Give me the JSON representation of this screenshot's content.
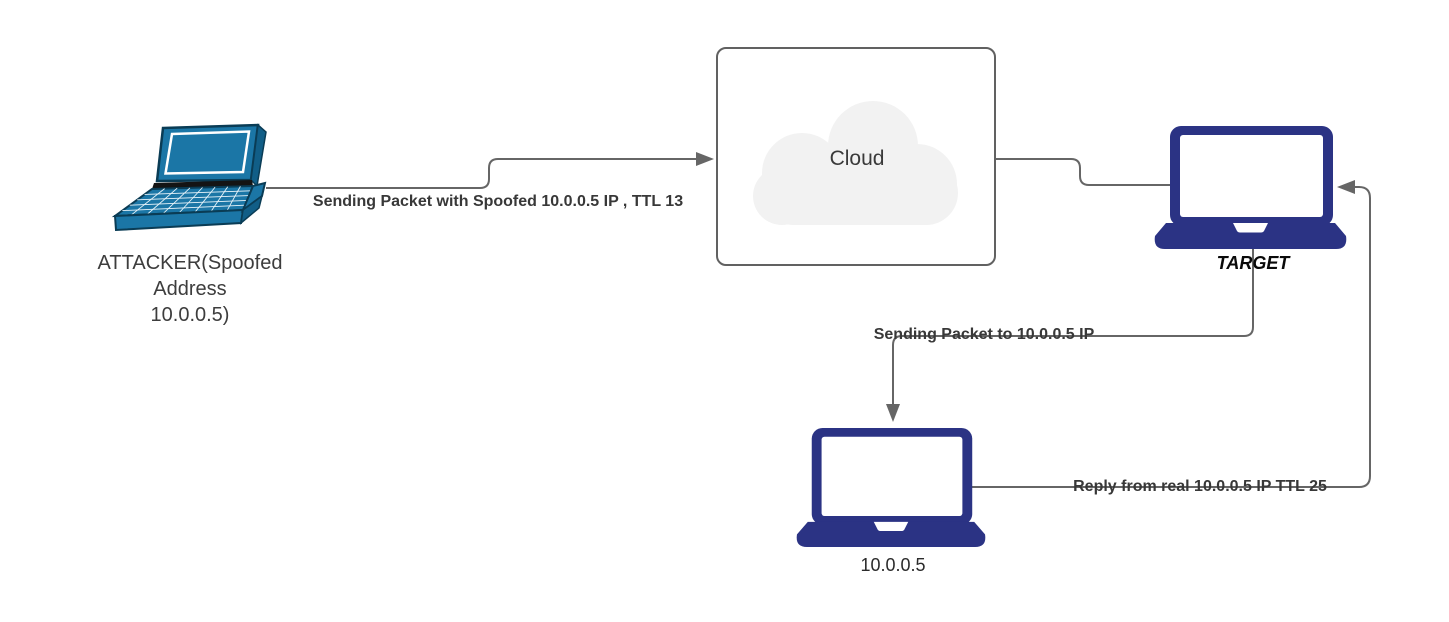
{
  "diagram": {
    "attacker": {
      "label_line1": "ATTACKER(Spoofed",
      "label_line2": "Address",
      "label_line3": "10.0.0.5)"
    },
    "cloud": {
      "label": "Cloud"
    },
    "target": {
      "label": "TARGET"
    },
    "real_host": {
      "label": "10.0.0.5"
    },
    "edges": {
      "attacker_to_cloud": {
        "label": "Sending Packet with Spoofed 10.0.0.5 IP , TTL 13"
      },
      "target_to_real": {
        "label": "Sending Packet to 10.0.0.5 IP"
      },
      "real_to_target": {
        "label": "Reply from real 10.0.0.5 IP TTL 25"
      }
    },
    "colors": {
      "connector": "#666666",
      "laptop_navy": "#2b3384",
      "laptop_teal": "#1b76a6",
      "laptop_teal_dark": "#115e87",
      "laptop_outline": "#0a3c55",
      "cloud_fill": "#f2f2f2"
    }
  }
}
